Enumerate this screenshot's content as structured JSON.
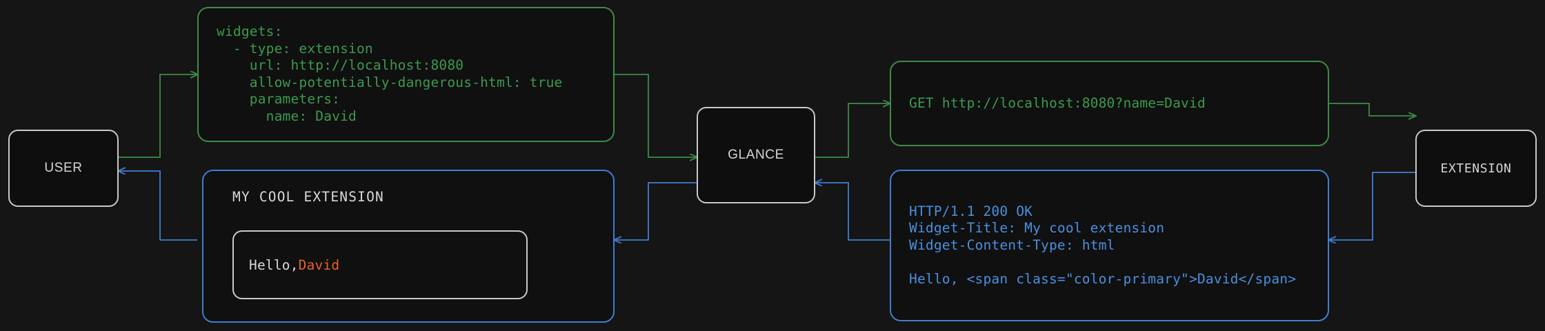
{
  "diagram": {
    "title": "glance extension request flow",
    "background_color": "#151515",
    "colors": {
      "request_flow": "#3c8c46",
      "response_flow": "#3f7fd0",
      "node_border": "#c9c9c9",
      "accent": "#e8622a",
      "request_text": "#3c9a4e",
      "response_text": "#4b8fe0",
      "plain_text": "#d8d8d8"
    }
  },
  "nodes": {
    "user": "USER",
    "glance": "GLANCE",
    "extension": "EXTENSION"
  },
  "panels": {
    "config": {
      "name": "glance-yaml-config",
      "code": "widgets:\n  - type: extension\n    url: http://localhost:8080\n    allow-potentially-dangerous-html: true\n    parameters:\n      name: David"
    },
    "request": {
      "name": "http-request",
      "code": "GET http://localhost:8080?name=David"
    },
    "response": {
      "name": "http-response",
      "code": "HTTP/1.1 200 OK\nWidget-Title: My cool extension\nWidget-Content-Type: html\n\nHello, <span class=\"color-primary\">David</span>"
    },
    "rendered": {
      "name": "rendered-widget",
      "title": "MY COOL EXTENSION",
      "body_prefix": "Hello, ",
      "body_accent": "David"
    }
  }
}
